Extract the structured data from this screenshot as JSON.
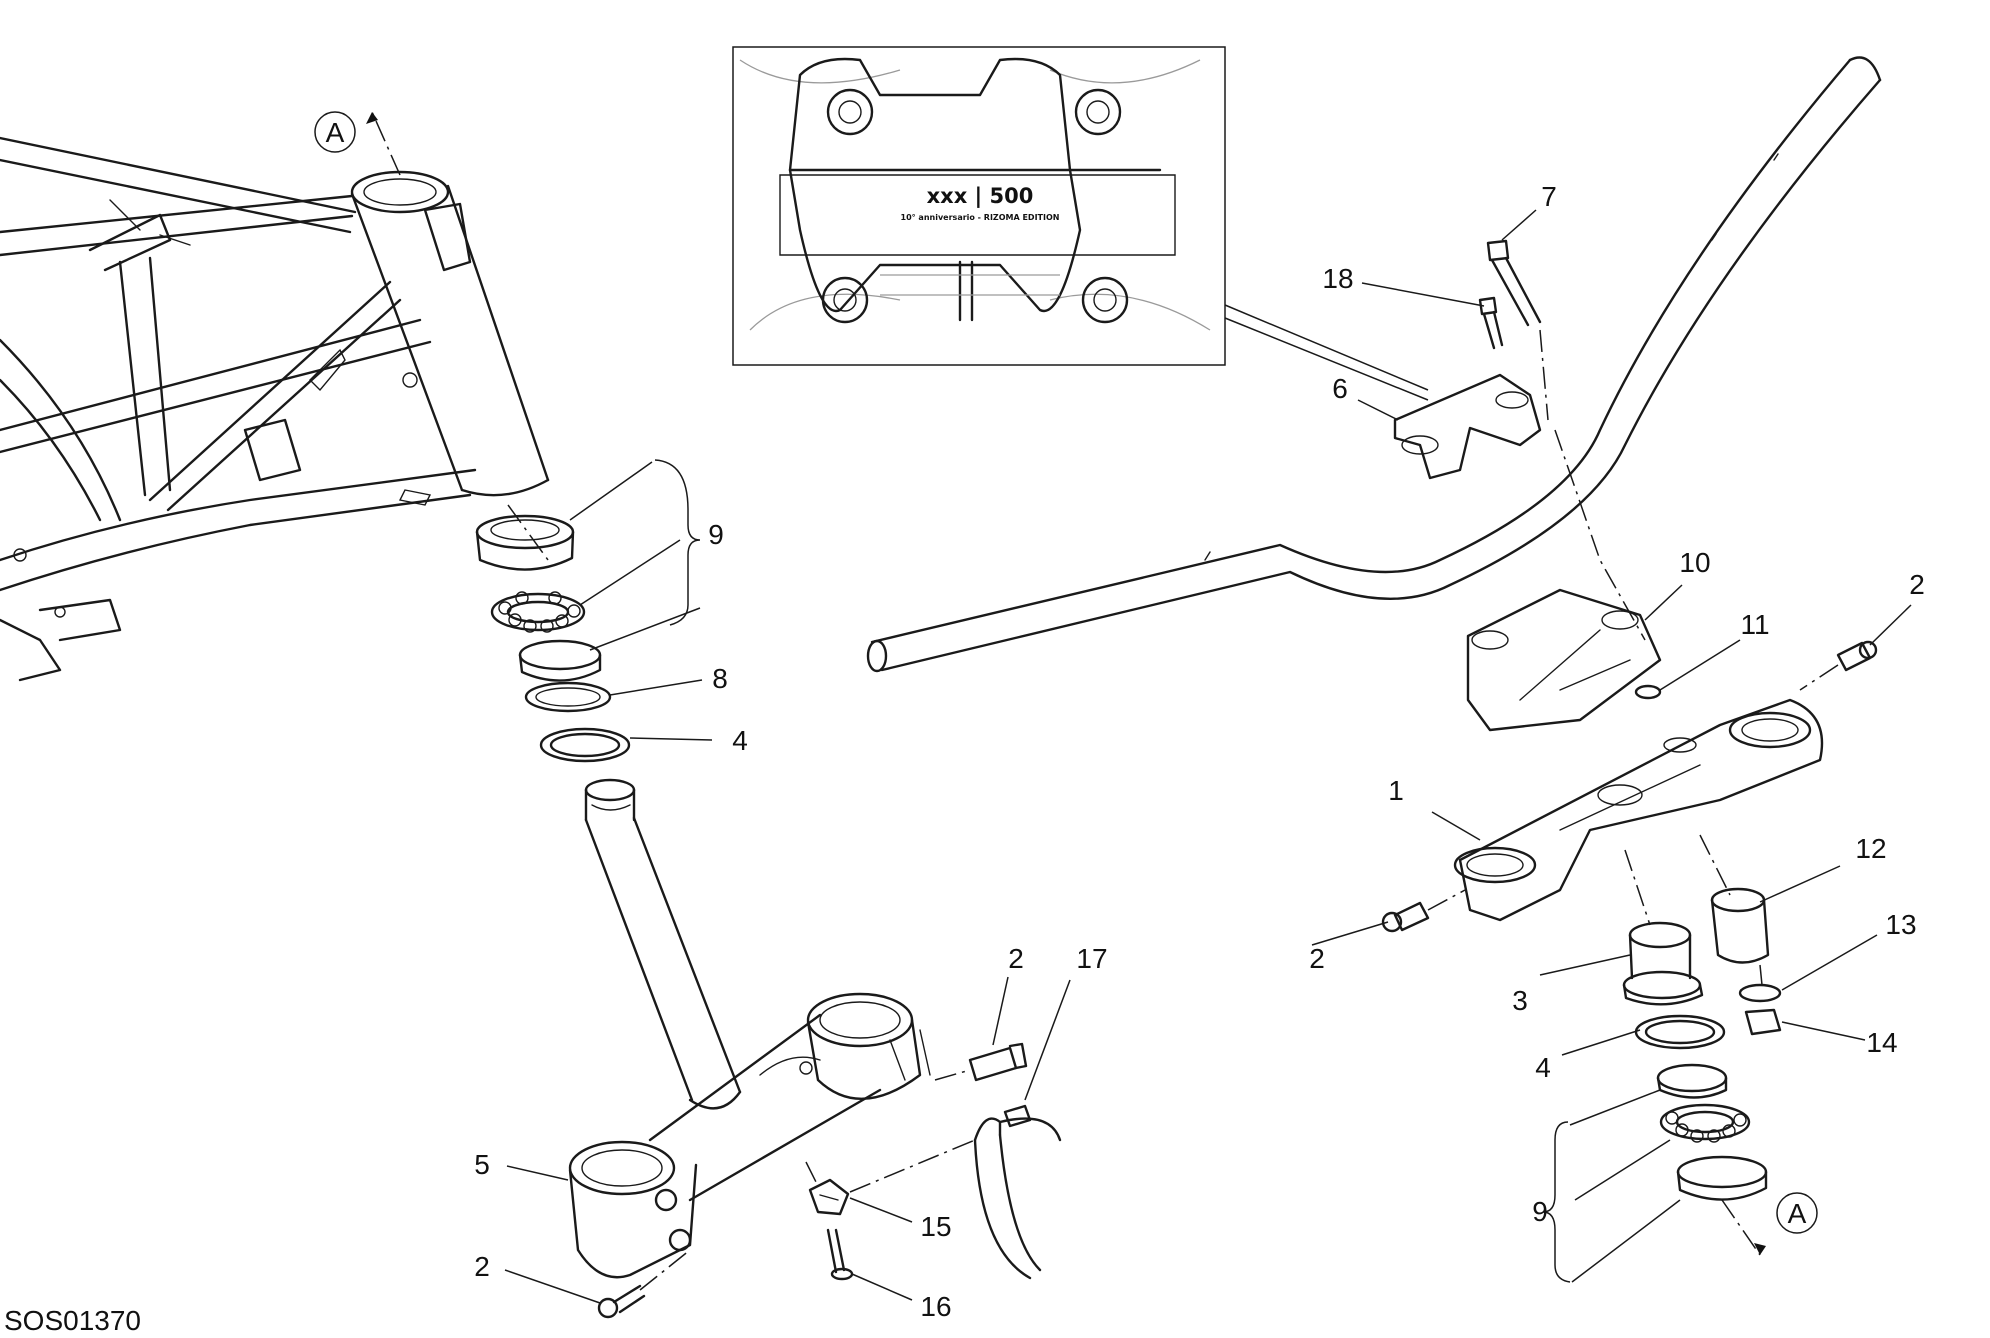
{
  "diagram_code": "SOS01370",
  "detail_plate": {
    "line1": "xxx | 500",
    "line2": "10° anniversario - RIZOMA EDITION"
  },
  "reference_marker": "A",
  "callouts": [
    {
      "id": "c1",
      "text": "1"
    },
    {
      "id": "c2a",
      "text": "2"
    },
    {
      "id": "c2b",
      "text": "2"
    },
    {
      "id": "c2c",
      "text": "2"
    },
    {
      "id": "c2d",
      "text": "2"
    },
    {
      "id": "c3",
      "text": "3"
    },
    {
      "id": "c4a",
      "text": "4"
    },
    {
      "id": "c4b",
      "text": "4"
    },
    {
      "id": "c5",
      "text": "5"
    },
    {
      "id": "c6",
      "text": "6"
    },
    {
      "id": "c7",
      "text": "7"
    },
    {
      "id": "c8",
      "text": "8"
    },
    {
      "id": "c9a",
      "text": "9"
    },
    {
      "id": "c9b",
      "text": "9"
    },
    {
      "id": "c10",
      "text": "10"
    },
    {
      "id": "c11",
      "text": "11"
    },
    {
      "id": "c12",
      "text": "12"
    },
    {
      "id": "c13",
      "text": "13"
    },
    {
      "id": "c14",
      "text": "14"
    },
    {
      "id": "c15",
      "text": "15"
    },
    {
      "id": "c16",
      "text": "16"
    },
    {
      "id": "c17",
      "text": "17"
    },
    {
      "id": "c18",
      "text": "18"
    }
  ]
}
